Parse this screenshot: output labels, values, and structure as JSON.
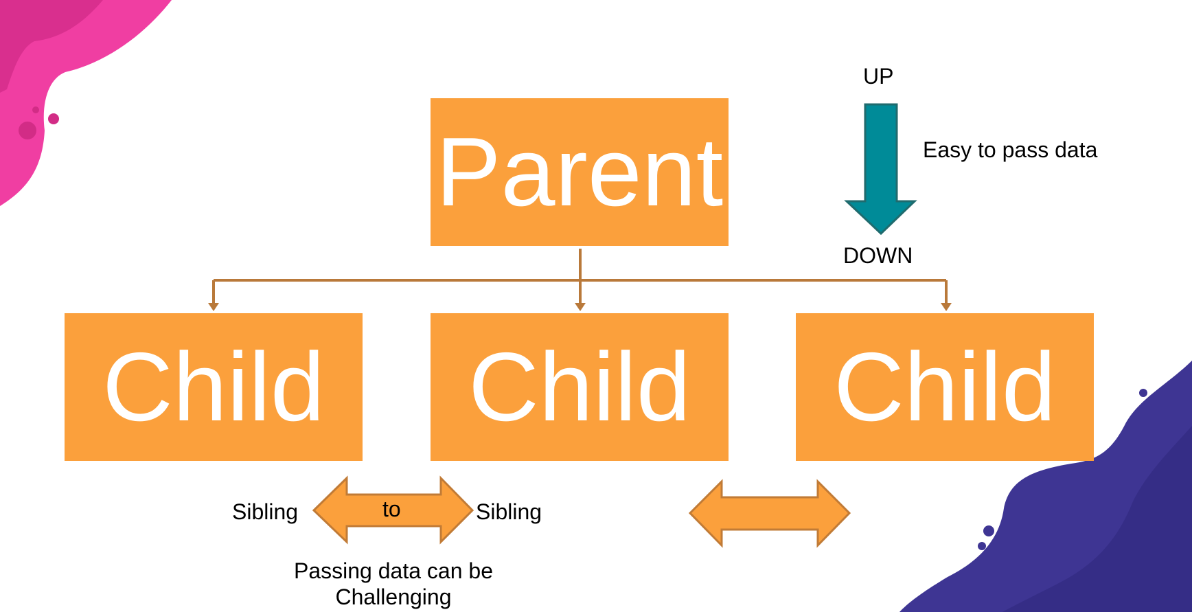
{
  "diagram": {
    "parent_label": "Parent",
    "children": [
      {
        "label": "Child"
      },
      {
        "label": "Child"
      },
      {
        "label": "Child"
      }
    ],
    "flow": {
      "up_label": "UP",
      "down_label": "DOWN",
      "easy_label": "Easy to pass data"
    },
    "sibling": {
      "left_label": "Sibling",
      "right_label": "Sibling",
      "to_label": "to",
      "note": "Passing data can be Challenging"
    }
  },
  "colors": {
    "box_fill": "#fba03c",
    "connector": "#b9793a",
    "down_arrow": "#008b98",
    "down_arrow_outline": "#1f6b6e",
    "pink_blob": "#f03ea2",
    "purple_blob": "#3e3593"
  }
}
